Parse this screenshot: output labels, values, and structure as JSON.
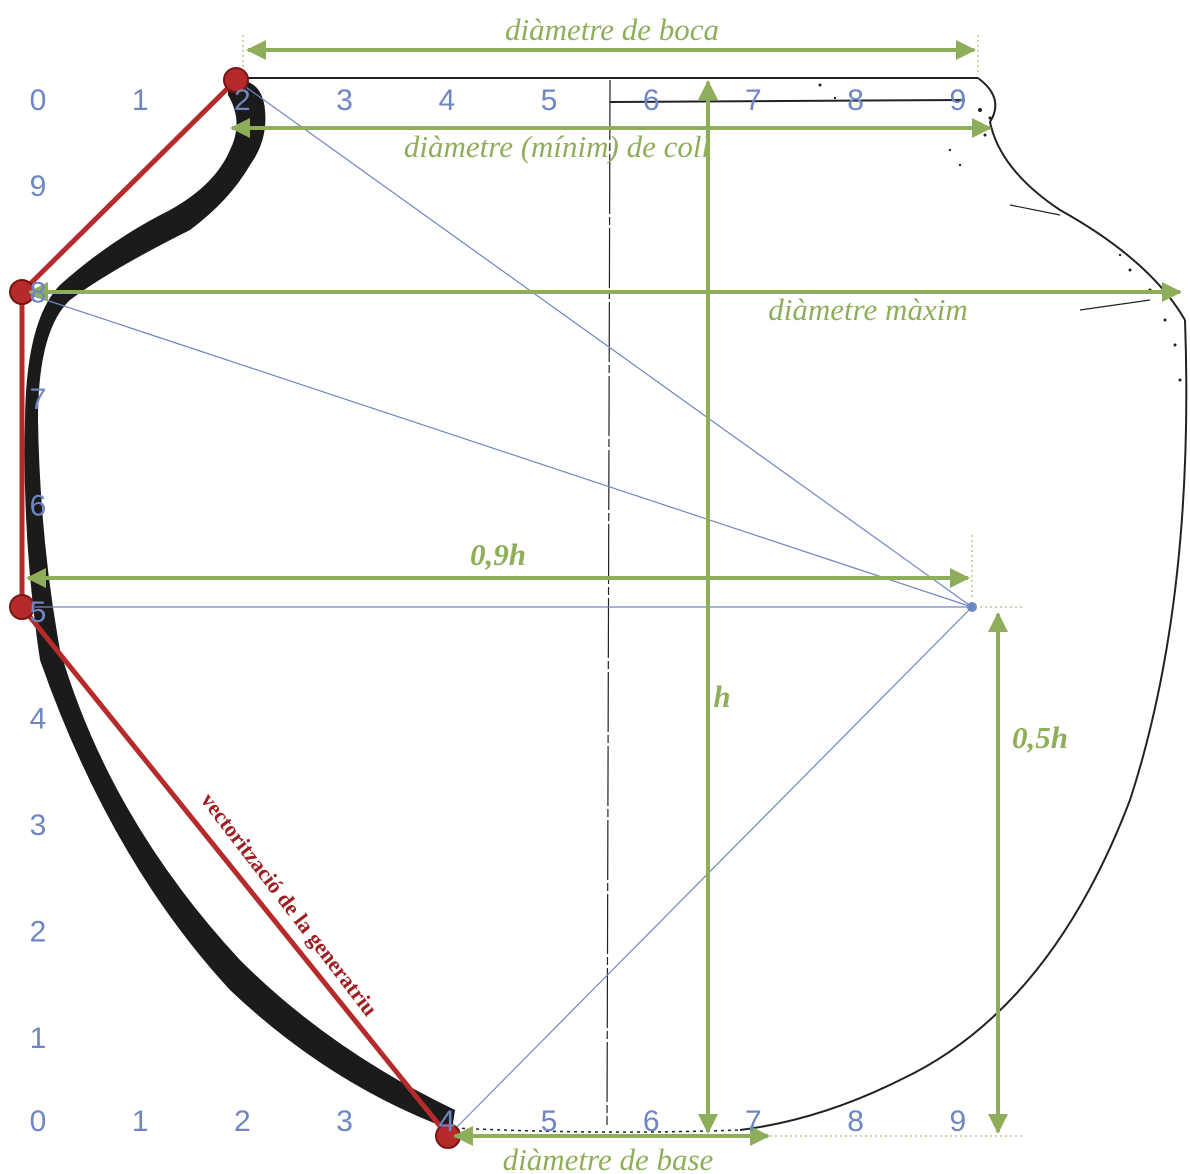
{
  "colors": {
    "accent_green": "#8fae5a",
    "vector_red": "#b52a2a",
    "guide_blue": "#6f86c4",
    "profile_black": "#1b1b1b"
  },
  "labels": {
    "diametre_boca": "diàmetre de boca",
    "diametre_coll": "diàmetre (mínim) de coll",
    "diametre_maxim": "diàmetre màxim",
    "diametre_base": "diàmetre de base",
    "h": "h",
    "h09": "0,9h",
    "h05": "0,5h",
    "generatriu": "vectorització de la generatriu"
  },
  "top_scale": [
    "0",
    "1",
    "2",
    "3",
    "4",
    "5",
    "6",
    "7",
    "8",
    "9"
  ],
  "bottom_scale": [
    "0",
    "1",
    "2",
    "3",
    "4",
    "5",
    "6",
    "7",
    "8",
    "9"
  ],
  "left_scale": [
    "9",
    "8",
    "7",
    "6",
    "5",
    "4",
    "3",
    "2",
    "1"
  ],
  "icons": {
    "vector_node": "red-circle",
    "center_point": "blue-dot",
    "arrowhead": "green-triangle"
  }
}
